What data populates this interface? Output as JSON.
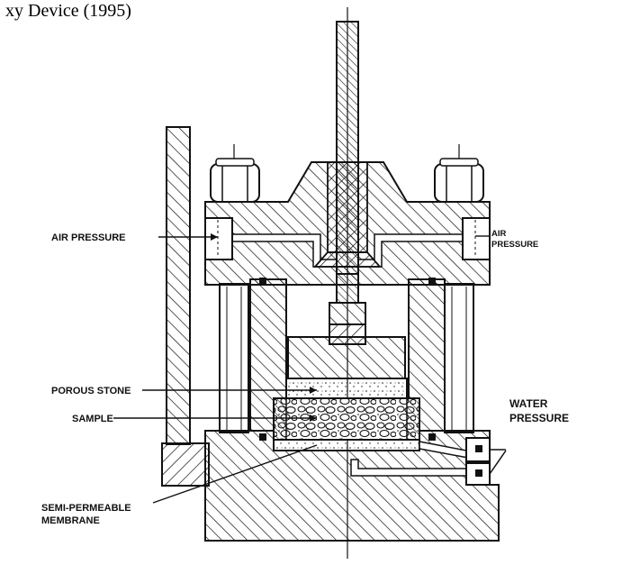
{
  "caption": "xy Device (1995)",
  "labels": {
    "air_pressure_left": "AIR PRESSURE",
    "air_pressure_right_1": "AIR",
    "air_pressure_right_2": "PRESSURE",
    "porous_stone": "POROUS STONE",
    "sample": "SAMPLE",
    "water_pressure_1": "WATER",
    "water_pressure_2": "PRESSURE",
    "membrane_1": "SEMI-PERMEABLE",
    "membrane_2": "MEMBRANE"
  },
  "colors": {
    "ink": "#111111",
    "background": "#ffffff"
  }
}
